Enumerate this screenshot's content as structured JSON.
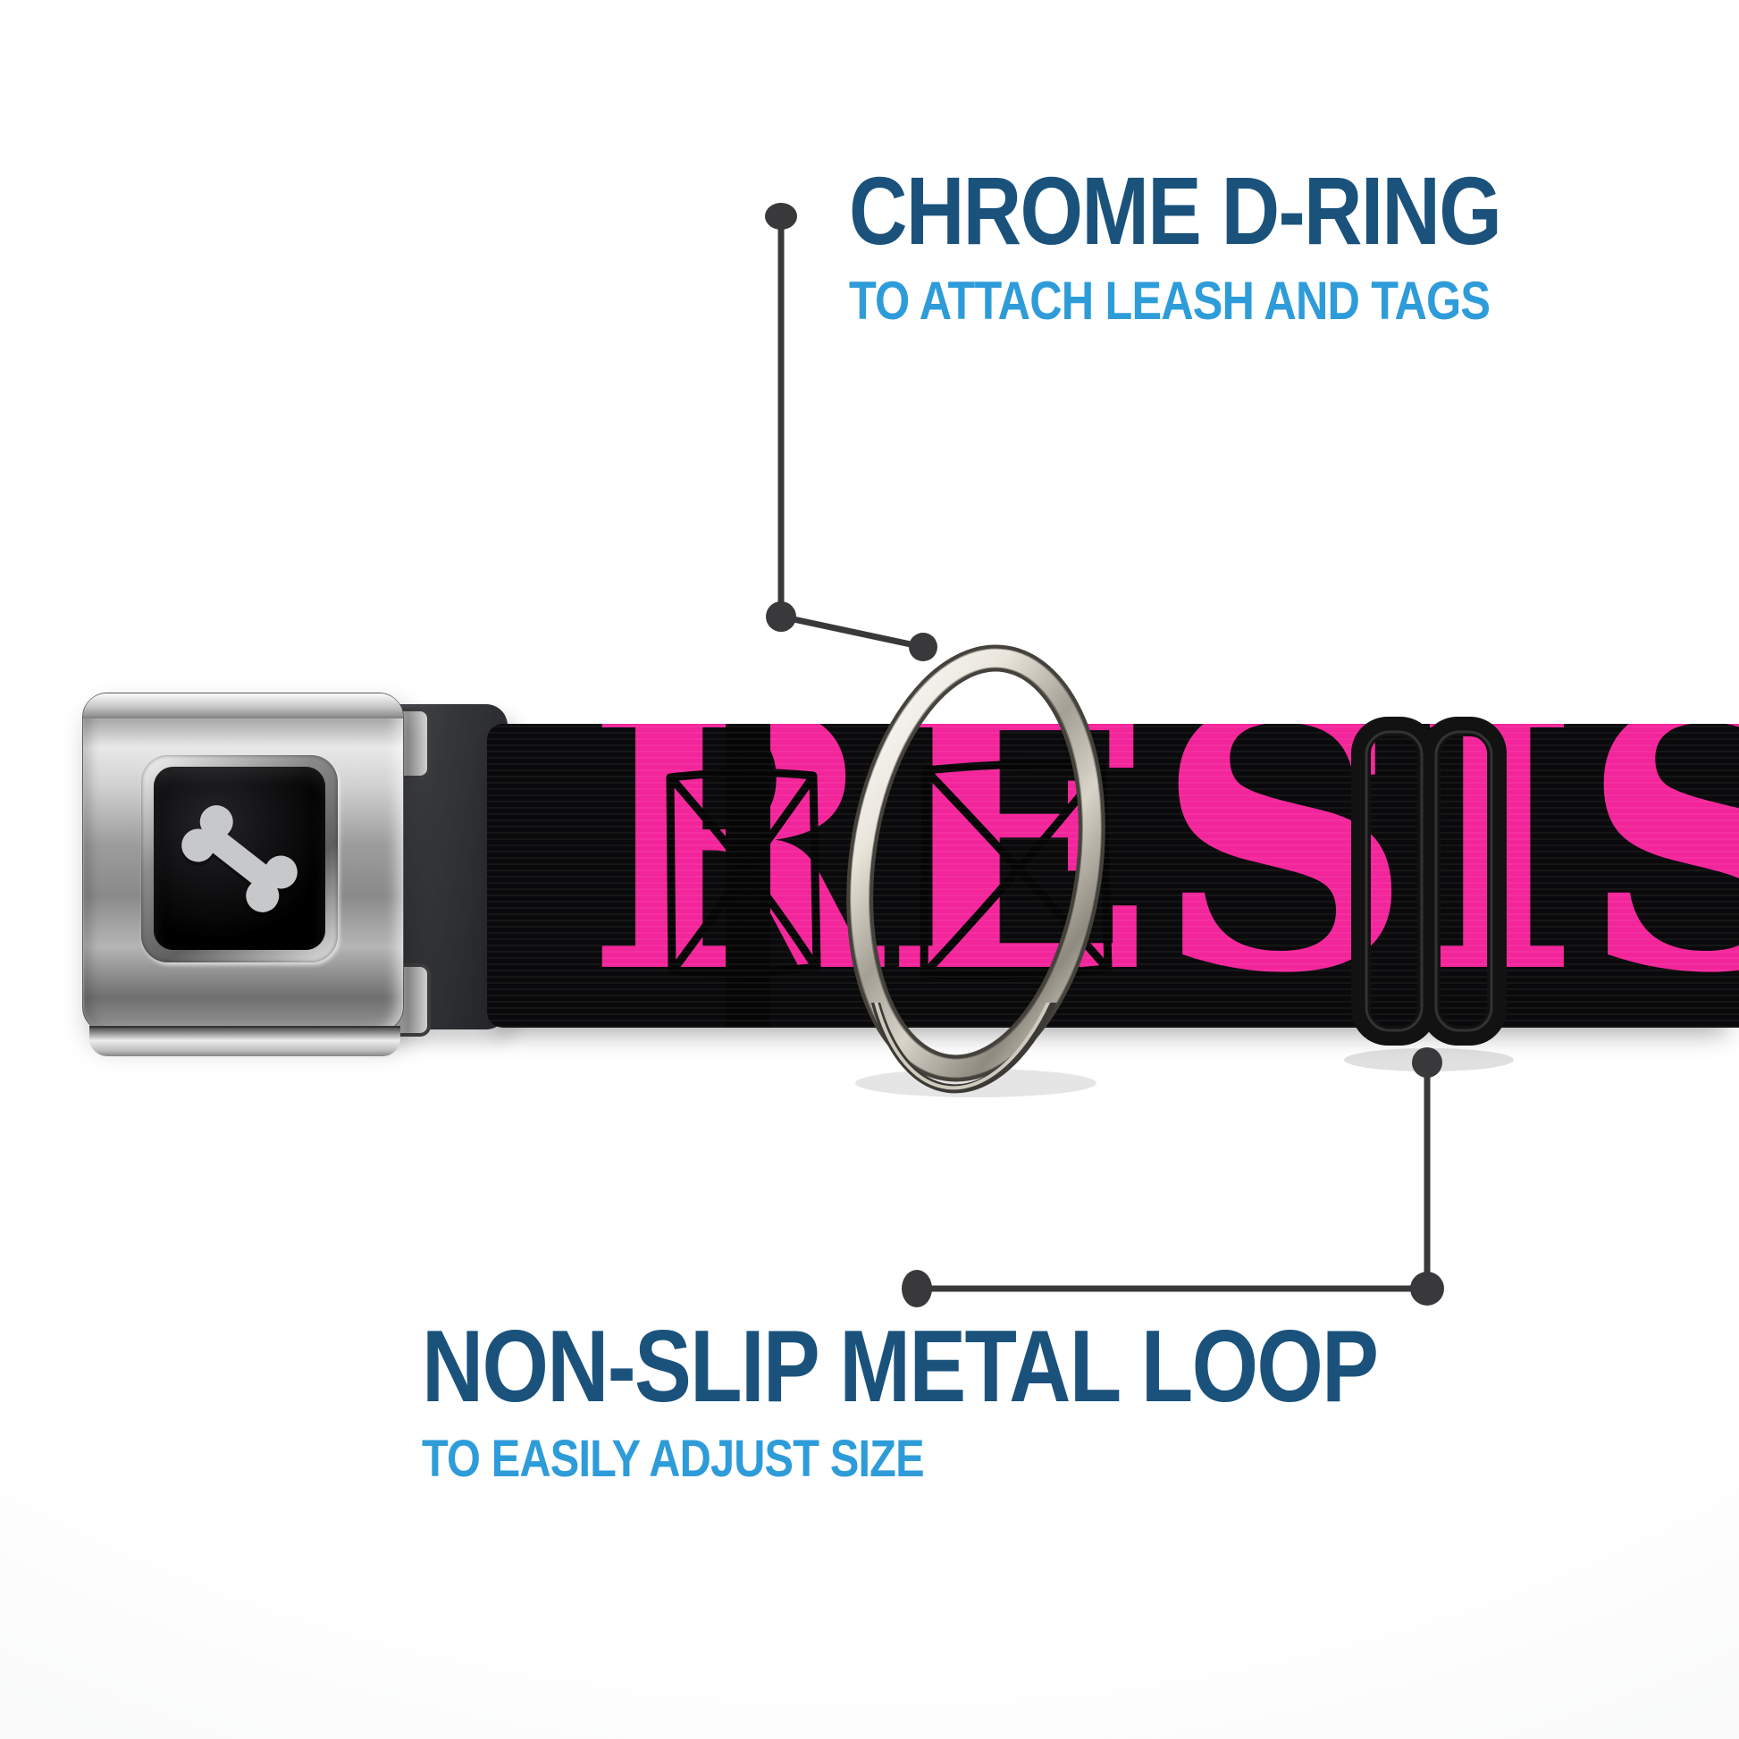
{
  "callouts": {
    "d_ring": {
      "title": "CHROME D-RING",
      "subtitle": "TO ATTACH LEASH AND TAGS"
    },
    "metal_loop": {
      "title": "NON-SLIP METAL LOOP",
      "subtitle": "TO EASILY ADJUST SIZE"
    }
  },
  "product": {
    "webbing_text": "RESIST",
    "buckle_logo_icon": "dog-bone-icon",
    "parts": [
      "seatbelt-buckle",
      "webbing-strap",
      "chrome-d-ring",
      "black-slider-loop"
    ]
  },
  "colors": {
    "callout_title": "#1A527C",
    "callout_subtitle": "#2E9CD9",
    "connector": "#39393B",
    "webbing_pink": "#F3259B",
    "webbing_black": "#0A090B",
    "buckle_chrome_light": "#F2EFE6",
    "buckle_chrome_dark": "#8E8A80",
    "bone_gray": "#C7C8CA"
  }
}
